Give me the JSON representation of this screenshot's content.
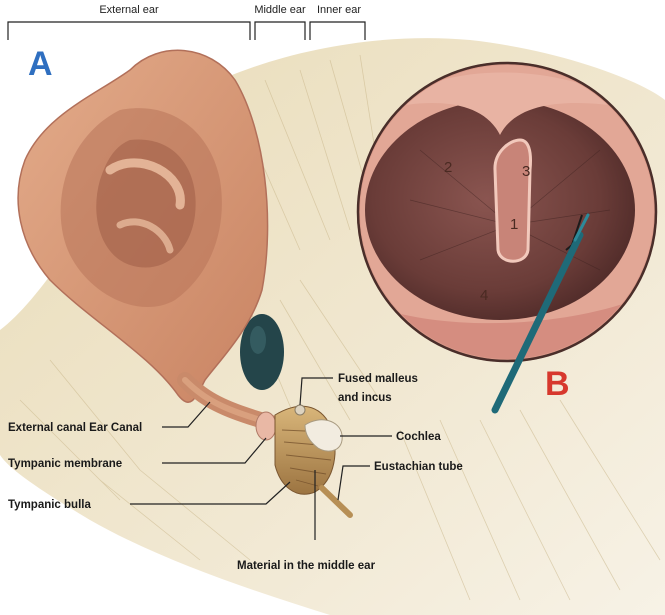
{
  "regions": {
    "external": "External ear",
    "middle": "Middle ear",
    "inner": "Inner ear"
  },
  "panels": {
    "a": "A",
    "b": "B"
  },
  "labels": {
    "ear_canal": "External canal Ear Canal",
    "tympanic_membrane": "Tympanic membrane",
    "tympanic_bulla": "Tympanic bulla",
    "malleus_line1": "Fused malleus",
    "malleus_line2": "and incus",
    "cochlea": "Cochlea",
    "eustachian": "Eustachian tube",
    "material": "Material in the middle ear"
  },
  "numbers": {
    "n1": "1",
    "n2": "2",
    "n3": "3",
    "n4": "4"
  },
  "colors": {
    "panel_a": "#2f6fc0",
    "panel_b": "#d7382d",
    "fur": "#e6d7b2",
    "skin": "#d9a07f",
    "drum": "#7a4a45",
    "instrument": "#1f6a78"
  }
}
